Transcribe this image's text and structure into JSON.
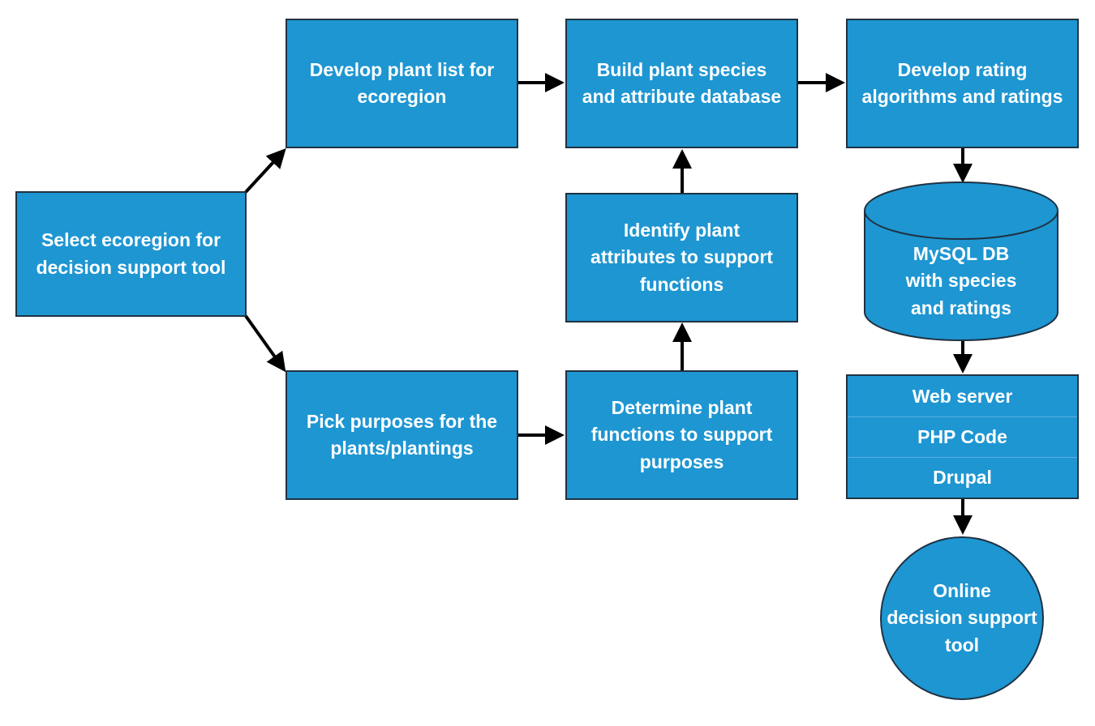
{
  "diagram": {
    "select_ecoregion": [
      "Select ecoregion for",
      "decision support tool"
    ],
    "develop_plant_list": [
      "Develop plant list for",
      "ecoregion"
    ],
    "build_database": [
      "Build plant species",
      "and attribute database"
    ],
    "develop_ratings": [
      "Develop rating",
      "algorithms and ratings"
    ],
    "pick_purposes": [
      "Pick purposes for the",
      "plants/plantings"
    ],
    "determine_functions": [
      "Determine plant",
      "functions to support",
      "purposes"
    ],
    "identify_attributes": [
      "Identify plant",
      "attributes to support",
      "functions"
    ],
    "mysql_db": [
      "MySQL DB",
      "with species",
      "and ratings"
    ],
    "web_server": [
      "Web server",
      "PHP Code",
      "Drupal"
    ],
    "online_tool": [
      "Online",
      "decision support",
      "tool"
    ]
  },
  "colors": {
    "box_fill": "#1e96d2",
    "box_border": "#1f3242",
    "arrow": "#000000",
    "text": "#ffffff"
  }
}
